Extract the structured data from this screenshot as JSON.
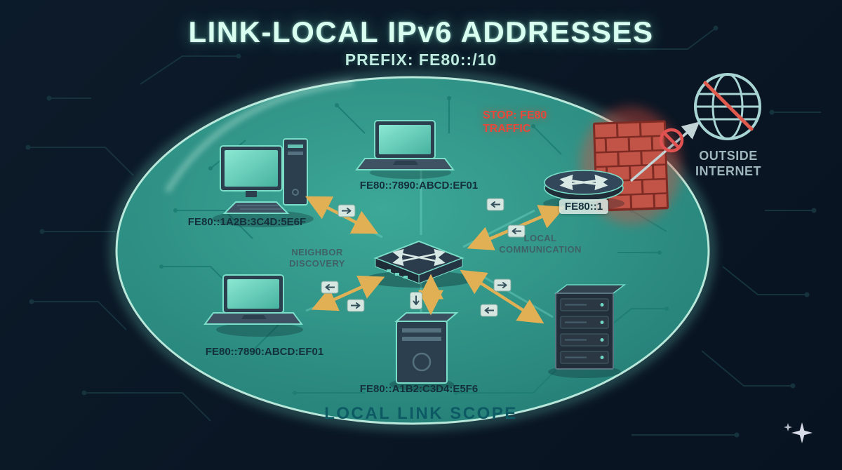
{
  "title": "LINK-LOCAL IPv6 ADDRESSES",
  "subtitle": "PREFIX: FE80::/10",
  "scope_label": "LOCAL LINK SCOPE",
  "annotations": {
    "neighbor_discovery": "NEIGHBOR DISCOVERY",
    "local_communication": "LOCAL COMMUNICATION",
    "stop_traffic": "STOP: FE80 TRAFFIC",
    "outside_internet": "OUTSIDE INTERNET"
  },
  "devices": {
    "desktop_pc": {
      "label": "FE80::1A2B:3C4D:5E6F"
    },
    "laptop_top": {
      "label": "FE80::7890:ABCD:EF01"
    },
    "router": {
      "label": "FE80::1"
    },
    "laptop_bottom": {
      "label": "FE80::7890:ABCD:EF01"
    },
    "server": {
      "label": "FE80::A1B2:C3D4:E5F6"
    }
  },
  "icons": {
    "globe": "globe-icon",
    "prohibition": "no-entry-icon",
    "firewall": "firewall-brick-icon",
    "switch": "network-switch-icon",
    "router": "router-icon",
    "desktop": "desktop-pc-icon",
    "laptop": "laptop-icon",
    "server": "server-tower-icon",
    "rack": "server-rack-icon",
    "packet": "packet-chip-icon",
    "sparkle": "sparkle-icon"
  },
  "colors": {
    "background": "#0a1624",
    "bubble_fill": "#339a8c",
    "bubble_border": "#c9f6e8",
    "circuit_outer": "#15323d",
    "circuit_inner": "#1d7d74",
    "arrow_yellow": "#e2b054",
    "device_dark": "#2c3f4e",
    "device_screen": "#6fd8c4",
    "firewall_red": "#c25347",
    "stop_red": "#e8483a",
    "globe_stroke": "#a8d4d4",
    "text_dark": "#14303c",
    "muted_label": "#3f6166",
    "scope_text": "#0d5a64",
    "outside_text": "#9fb6bd",
    "title_text": "#d9fff1"
  }
}
